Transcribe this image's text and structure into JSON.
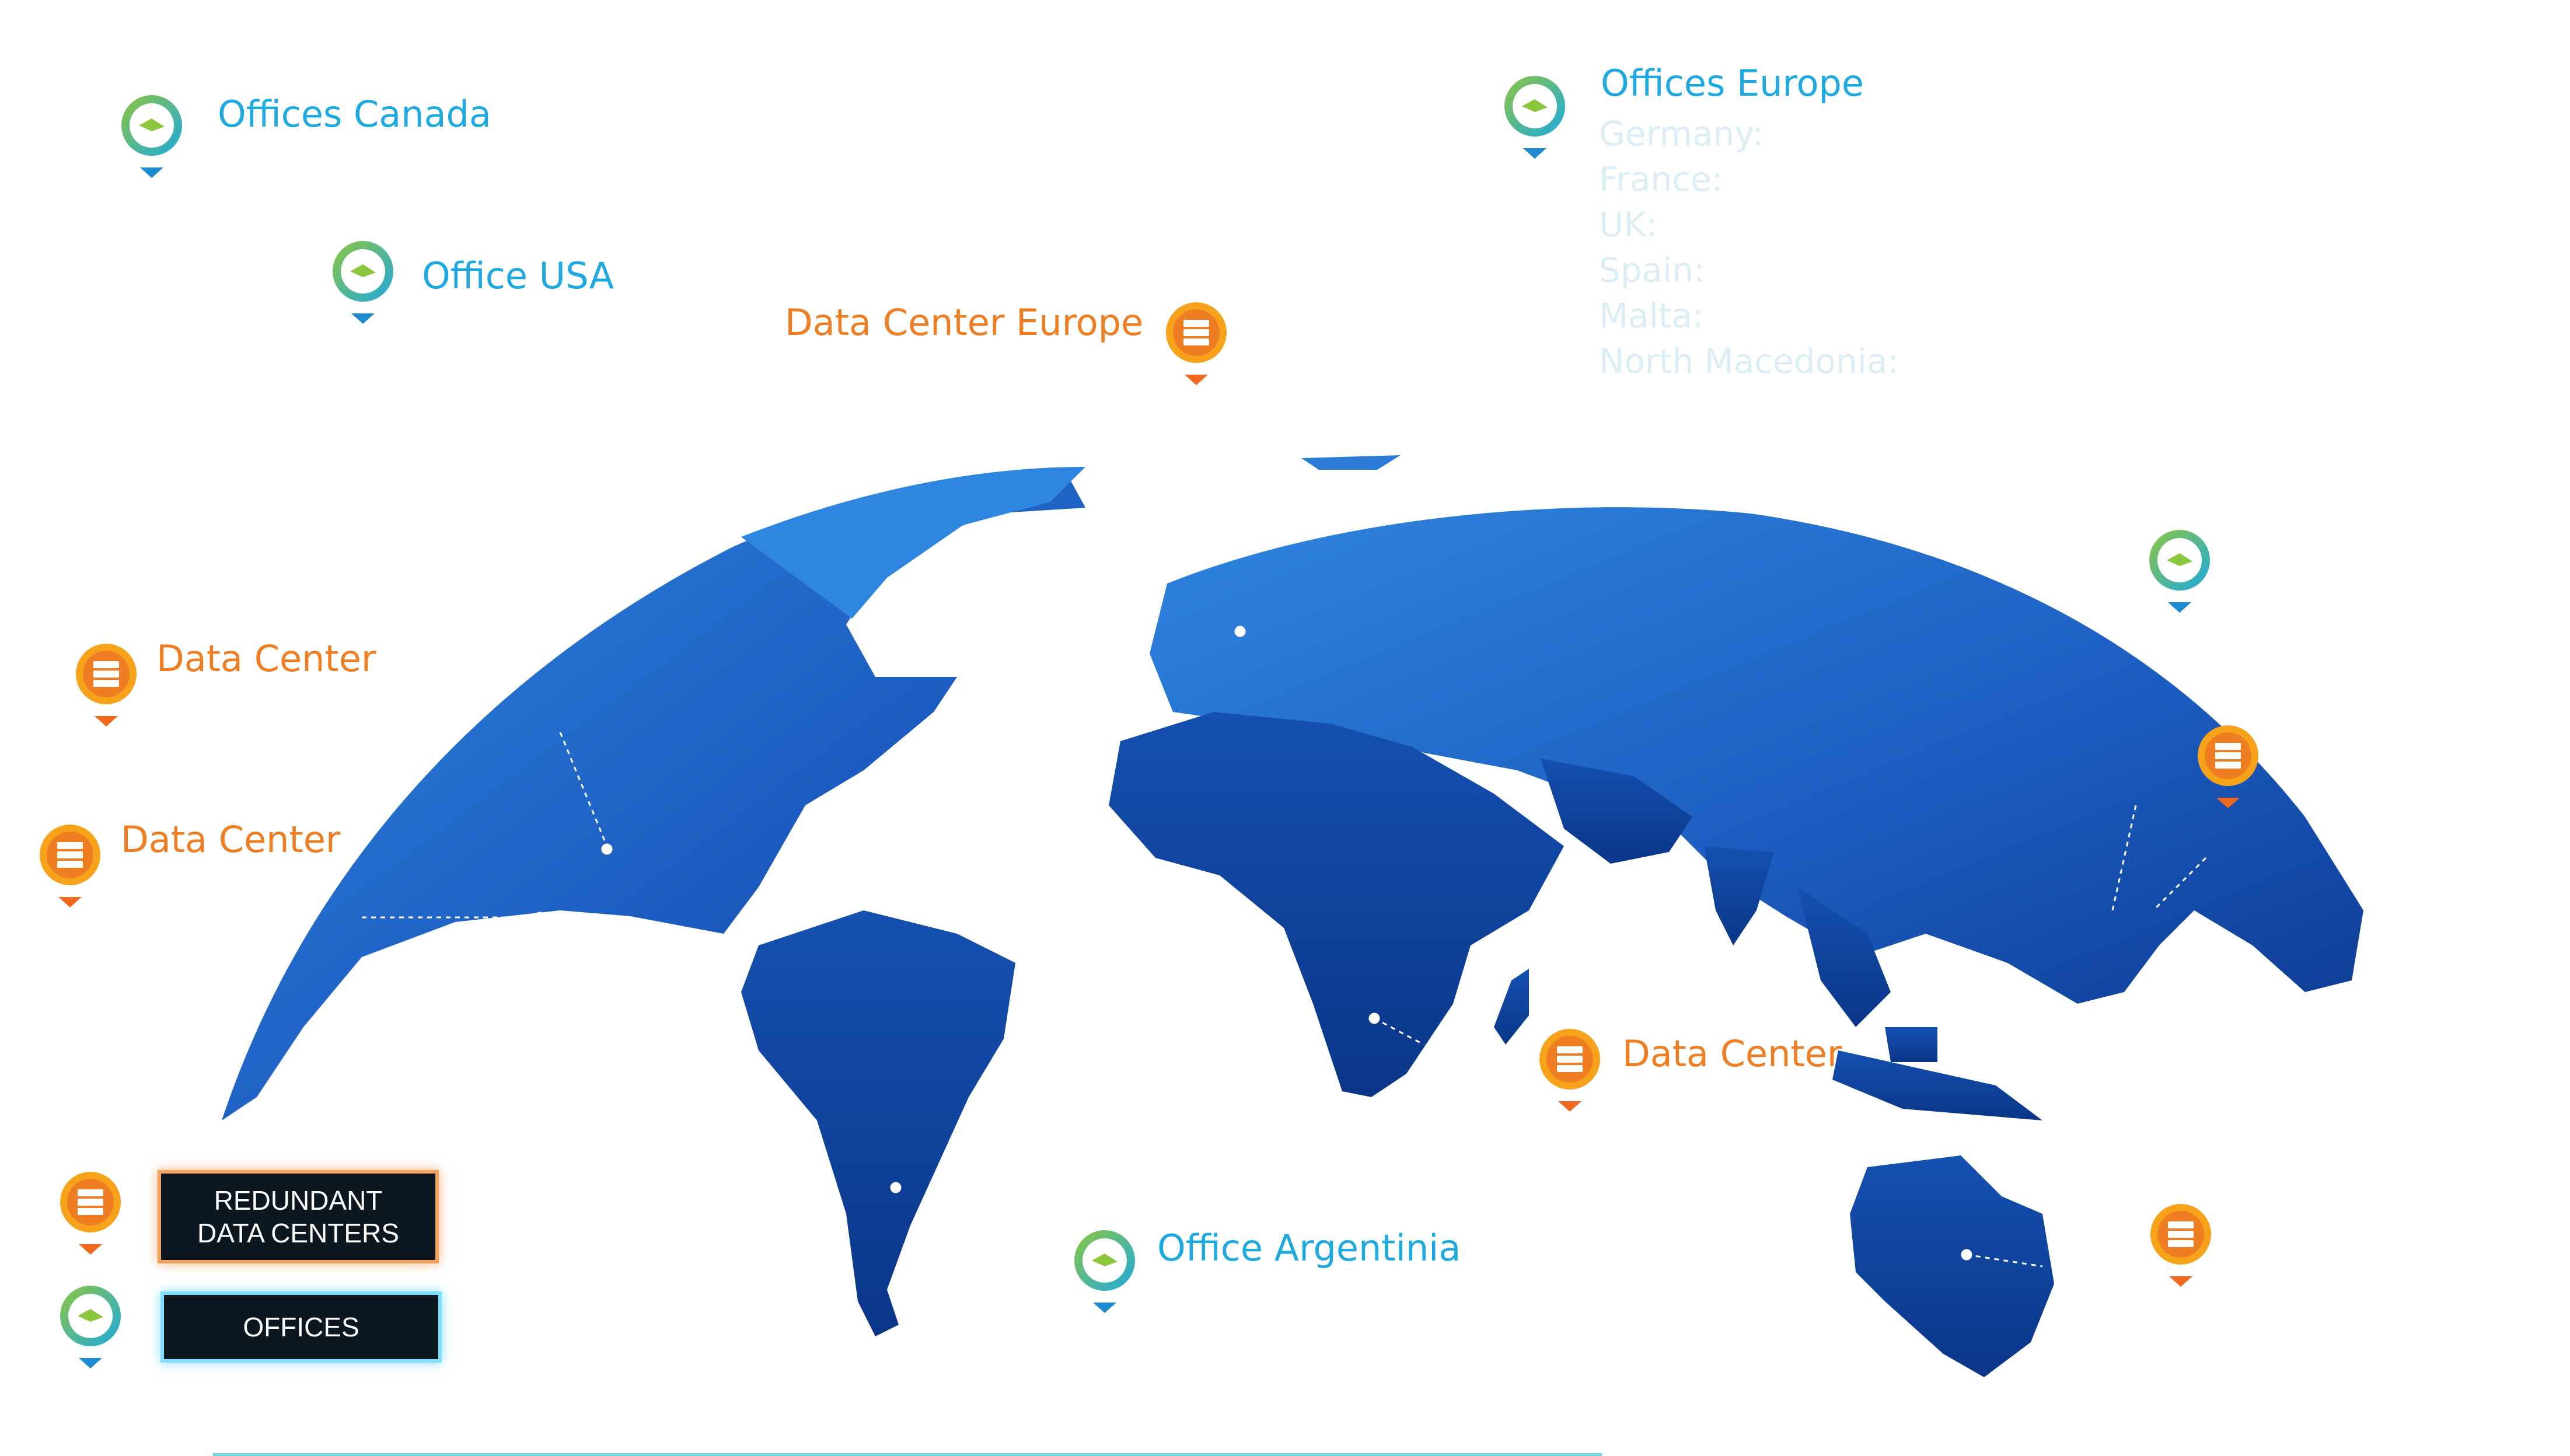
{
  "colors": {
    "globe": "#2470cf",
    "land_dark": "#0b3f98",
    "label_cyan": "#1ea9e0",
    "label_orange": "#ef7d22",
    "list_faded": "#dbeef6",
    "legend_bg": "#0d1720"
  },
  "labels": {
    "offices_canada": "Offices Canada",
    "office_usa": "Office USA",
    "data_center_europe": "Data Center Europe",
    "offices_europe": "Offices Europe",
    "data_center_1": "Data Center",
    "data_center_2": "Data Center",
    "data_center_africa": "Data Center",
    "office_argentina": "Office Argentinia"
  },
  "europe_list": [
    "Germany:",
    "France:",
    "UK:",
    "Spain:",
    "Malta:",
    "North Macedonia:"
  ],
  "legend": {
    "redundant_line1": "REDUNDANT",
    "redundant_line2": "DATA CENTERS",
    "offices": "OFFICES"
  },
  "icons": {
    "office_marker": "office-pin-icon",
    "datacenter_marker": "server-pin-icon"
  }
}
